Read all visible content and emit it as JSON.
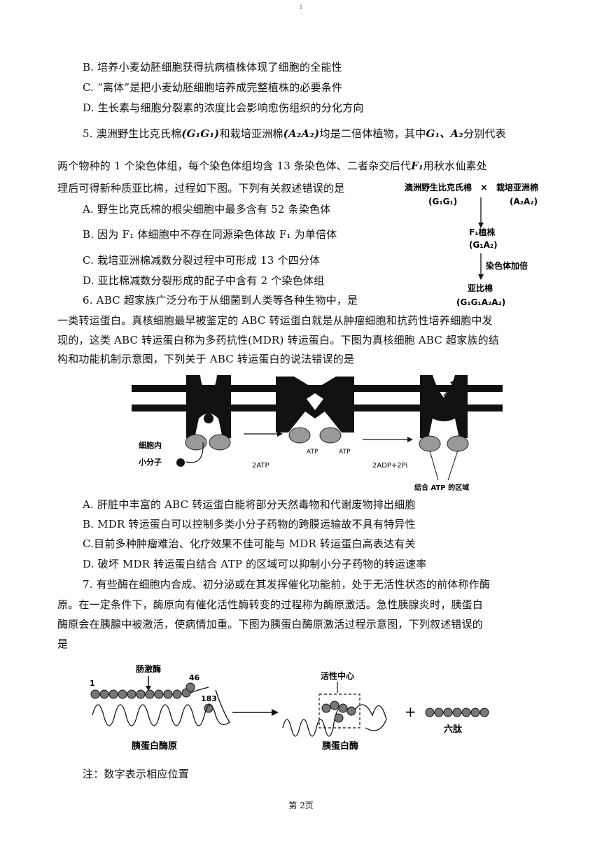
{
  "page_mark": "1",
  "q4_options": {
    "B": "B. 培养小麦幼胚细胞获得抗病植株体现了细胞的全能性",
    "C": "C. “离体”是把小麦幼胚细胞培养成完整植株的必要条件",
    "D": "D. 生长素与细胞分裂素的浓度比会影响愈伤组织的分化方向"
  },
  "q5": {
    "line1_a": "5. 澳洲野生比克氏棉",
    "line1_var1": "(G₁G₁)",
    "line1_b": "和栽培亚洲棉",
    "line1_var2": "(A₂A₂)",
    "line1_c": "均是二倍体植物，其中",
    "line1_var3": "G₁、A₂",
    "line1_d": "分别代表",
    "line2_a": "两个物种的 1 个染色体组，每个染色体组均含 13  条染色体、二者杂交后代",
    "line2_var": "F₁",
    "line2_b": "用秋水仙素处",
    "line3": "理后可得新种质亚比棉，过程如下图。下列有关叙述错误的是",
    "options": {
      "A": "A.  野生比克氏棉的根尖细胞中最多含有 52 条染色体",
      "B": "B.  因为 F₁  体细胞中不存在同源染色体故 F₁  为单倍体",
      "C": "C.  栽培亚洲棉减数分裂过程中可形成 13 个四分体",
      "D": "D.  亚比棉减数分裂形成的配子中含有 2 个染色体组"
    },
    "diagram": {
      "parent1": "澳洲野生比克氏棉",
      "cross": "×",
      "parent2": "栽培亚洲棉",
      "parent1_genome": "(G₁G₁)",
      "parent2_genome": "(A₂A₂)",
      "f1": "F₁植株",
      "f1_genome": "(G₁A₂)",
      "step": "染色体加倍",
      "product": "亚比棉",
      "product_genome": "(G₁G₁A₂A₂)"
    }
  },
  "q6": {
    "line1": "6. ABC 超家族广泛分布于从细菌到人类等各种生物中，是",
    "line2": "一类转运蛋白。真核细胞最早被鉴定的 ABC 转运蛋白就是从肿瘤细胞和抗药性培养细胞中发",
    "line3": "现的，这类 ABC 转运蛋白称为多药抗性(MDR)  转运蛋白。下图为真核细胞 ABC 超家族的结",
    "line4": "构和功能机制示意图，下列关于  ABC 转运蛋白的说法错误的是",
    "diagram": {
      "inside": "细胞内",
      "small_molecule": "小分子",
      "atp_in": "2ATP",
      "atp_label_1": "ATP",
      "atp_label_2": "ATP",
      "products": "2ADP+2Pi",
      "binding_region": "结合 ATP 的区域"
    },
    "options": {
      "A": "A.  肝脏中丰富的 ABC  转运蛋白能将部分天然毒物和代谢废物排出细胞",
      "B": "B. MDR  转运蛋白可以控制多类小分子药物的跨膜运输故不具有特异性",
      "C": "C.目前多种肿瘤难治、化疗效果不佳可能与 MDR  转运蛋白高表达有关",
      "D": "D.  破坏 MDR  转运蛋白结合 ATP  的区域可以抑制小分子药物的转运速率"
    }
  },
  "q7": {
    "line1": "7. 有些酶在细胞内合成、初分泌或在其发挥催化功能前，处于无活性状态的前体称作酶",
    "line2": "原。在一定条件下，酶原向有催化活性酶转变的过程称为酶原激活。急性胰腺炎时，胰蛋白",
    "line3": "酶原会在胰腺中被激活，使病情加重。下图为胰蛋白酶原激活过程示意图，下列叙述错误的",
    "line4": "是",
    "diagram": {
      "enterokinase": "肠激酶",
      "pos1": "1",
      "pos46": "46",
      "pos183": "183",
      "active_center": "活性中心",
      "proenzyme": "胰蛋白酶原",
      "enzyme": "胰蛋白酶",
      "plus": "+",
      "hexapeptide": "六肽"
    },
    "note": "注：数字表示相应位置"
  },
  "footer": "第 2页"
}
